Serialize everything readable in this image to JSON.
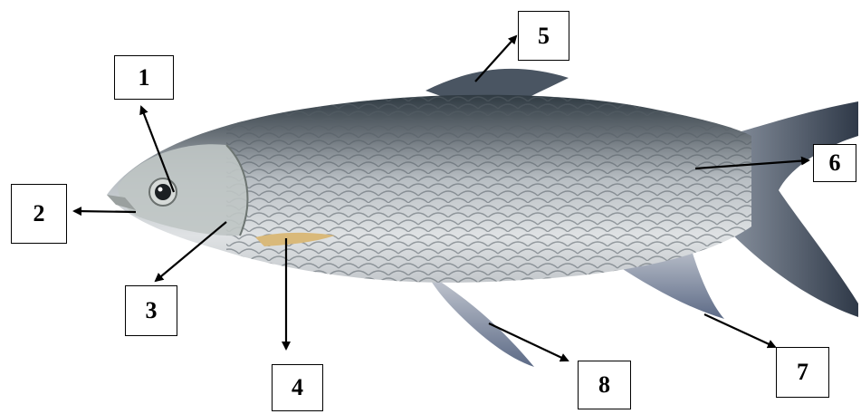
{
  "subject": "fish",
  "labels": [
    {
      "id": "1",
      "text": "1"
    },
    {
      "id": "2",
      "text": "2"
    },
    {
      "id": "3",
      "text": "3"
    },
    {
      "id": "4",
      "text": "4"
    },
    {
      "id": "5",
      "text": "5"
    },
    {
      "id": "6",
      "text": "6"
    },
    {
      "id": "7",
      "text": "7"
    },
    {
      "id": "8",
      "text": "8"
    }
  ],
  "colors": {
    "background": "#ffffff",
    "box_border": "#000000",
    "arrow": "#000000",
    "body_silver": "#c9cdd0",
    "back_dark": "#3f4a52",
    "fin_blue_gray": "#6f7d92",
    "tail_dark": "#414b5a"
  }
}
